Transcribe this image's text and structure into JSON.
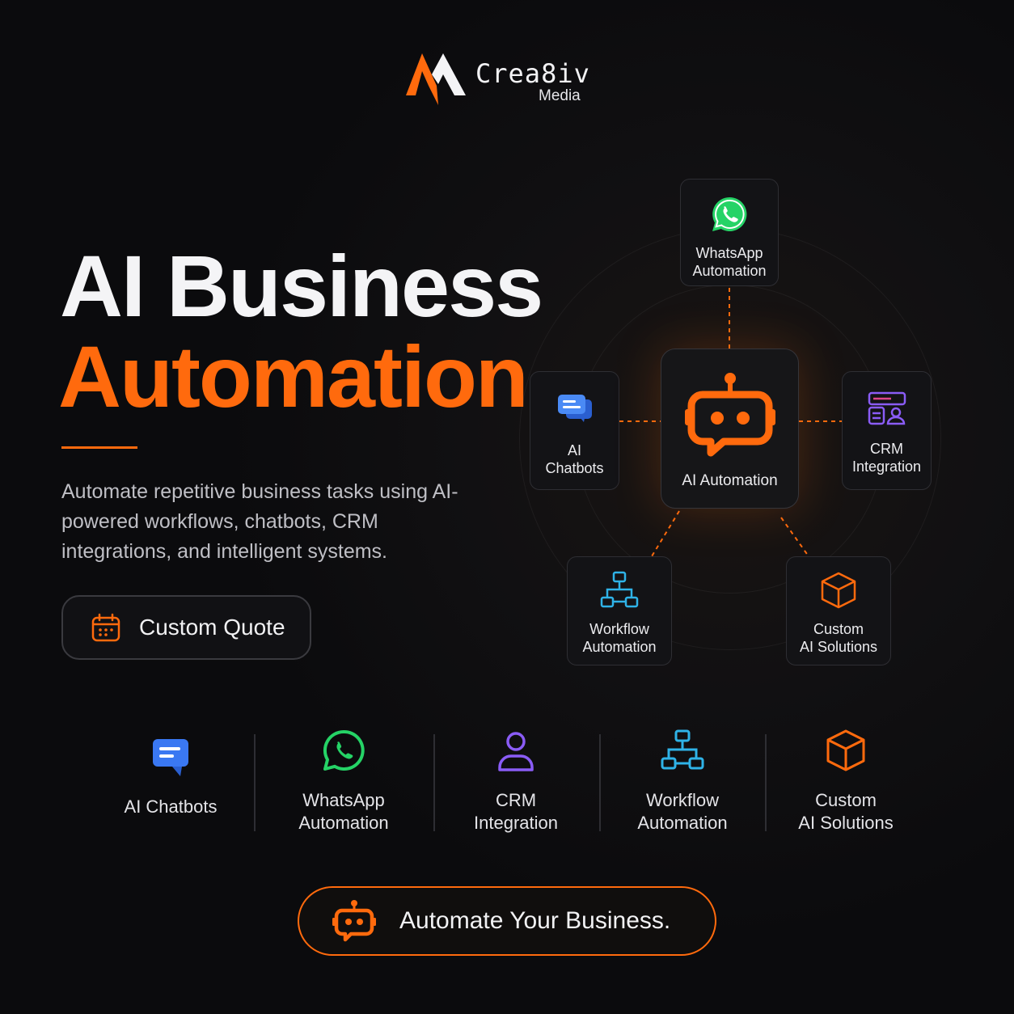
{
  "brand": {
    "name": "Crea8iv",
    "sub": "Media"
  },
  "headline": {
    "line1": "AI Business",
    "line2": "Automation"
  },
  "description": "Automate repetitive business tasks using AI-powered workflows, chatbots, CRM integrations, and intelligent systems.",
  "quote_button": {
    "label": "Custom Quote",
    "icon": "calendar-icon"
  },
  "diagram": {
    "center": {
      "label": "AI Automation",
      "icon": "robot-icon"
    },
    "nodes": [
      {
        "label_1": "WhatsApp",
        "label_2": "Automation",
        "icon": "whatsapp-icon"
      },
      {
        "label_1": "AI",
        "label_2": "Chatbots",
        "icon": "chat-bubbles-icon"
      },
      {
        "label_1": "CRM",
        "label_2": "Integration",
        "icon": "crm-icon"
      },
      {
        "label_1": "Workflow",
        "label_2": "Automation",
        "icon": "workflow-icon"
      },
      {
        "label_1": "Custom",
        "label_2": "AI Solutions",
        "icon": "cube-icon"
      }
    ]
  },
  "features": [
    {
      "label_1": "AI Chatbots",
      "label_2": "",
      "icon": "chat-icon"
    },
    {
      "label_1": "WhatsApp",
      "label_2": "Automation",
      "icon": "whatsapp-icon"
    },
    {
      "label_1": "CRM",
      "label_2": "Integration",
      "icon": "user-icon"
    },
    {
      "label_1": "Workflow",
      "label_2": "Automation",
      "icon": "workflow-icon"
    },
    {
      "label_1": "Custom",
      "label_2": "AI Solutions",
      "icon": "cube-icon"
    }
  ],
  "cta": {
    "label": "Automate Your Business.",
    "icon": "robot-icon"
  },
  "colors": {
    "accent": "#ff6a0d",
    "background": "#0c0c0e",
    "whatsapp": "#25d366",
    "chat": "#3a78f2",
    "crm": "#8a5cf6",
    "workflow": "#2fb3e8"
  }
}
